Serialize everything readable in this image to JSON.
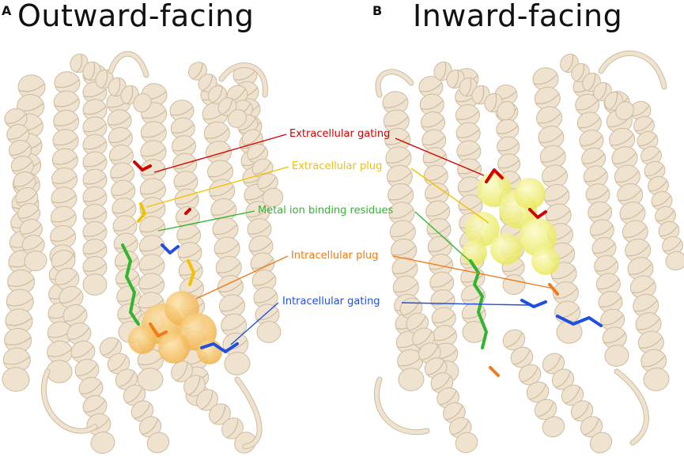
{
  "panels": [
    {
      "letter": "A",
      "title": "Outward-facing"
    },
    {
      "letter": "B",
      "title": "Inward-facing"
    }
  ],
  "callouts": [
    {
      "label": "Extracellular gating",
      "color": "#d40000"
    },
    {
      "label": "Extracellular plug",
      "color": "#f2c200"
    },
    {
      "label": "Metal ion binding residues",
      "color": "#2fb52f"
    },
    {
      "label": "Intracellular plug",
      "color": "#ef7b1a"
    },
    {
      "label": "Intracellular gating",
      "color": "#1f4fe0"
    }
  ],
  "colors": {
    "ribbon": "#efe3d0",
    "ribbon_edge": "#cdbb9e",
    "plug_outward": "#f5c166",
    "plug_inward": "#f3f06a"
  }
}
